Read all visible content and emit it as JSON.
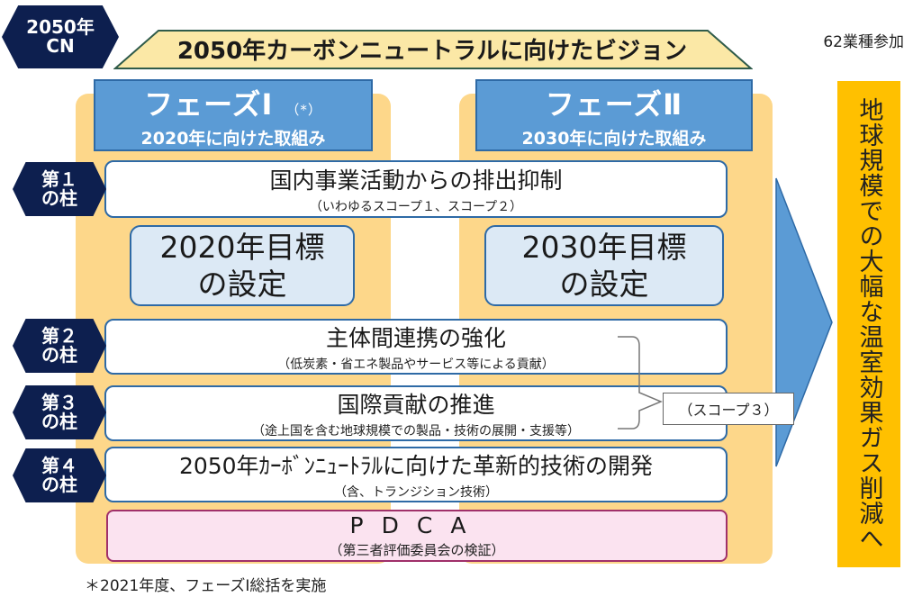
{
  "badge": {
    "line1": "2050年",
    "line2": "CN"
  },
  "roof_title": "2050年カーボンニュートラルに向けたビジョン",
  "participants": "62業種参加",
  "phase1": {
    "title": "フェーズⅠ",
    "mark": "（*）",
    "subtitle": "2020年に向けた取組み"
  },
  "phase2": {
    "title": "フェーズⅡ",
    "subtitle": "2030年に向けた取組み"
  },
  "pillars": [
    {
      "line1": "第１",
      "line2": "の柱"
    },
    {
      "line1": "第２",
      "line2": "の柱"
    },
    {
      "line1": "第３",
      "line2": "の柱"
    },
    {
      "line1": "第４",
      "line2": "の柱"
    }
  ],
  "bars": [
    {
      "title": "国内事業活動からの排出抑制",
      "sub": "（いわゆるスコープ１、スコープ２）"
    },
    {
      "title": "主体間連携の強化",
      "sub": "（低炭素・省エネ製品やサービス等による貢献）"
    },
    {
      "title": "国際貢献の推進",
      "sub": "（途上国を含む地球規模での製品・技術の展開・支援等）"
    },
    {
      "title": "2050年ｶｰﾎﾞﾝﾆｭｰﾄﾗﾙに向けた革新的技術の開発",
      "sub": "（含、トランジション技術）"
    }
  ],
  "targets": [
    {
      "line1": "2020年目標",
      "line2": "の設定"
    },
    {
      "line1": "2030年目標",
      "line2": "の設定"
    }
  ],
  "pdca": {
    "title": "PDCA",
    "sub": "（第三者評価委員会の検証）"
  },
  "scope3": "（スコープ３）",
  "goal": "地球規模での大幅な温室効果ガス削減へ",
  "footnote": "＊2021年度、フェーズⅠ総括を実施",
  "colors": {
    "navy": "#0d1f4f",
    "phase_blue": "#5b9bd5",
    "column": "#fdd78a",
    "goal": "#ffc000",
    "roof": "#fbe8a6"
  }
}
